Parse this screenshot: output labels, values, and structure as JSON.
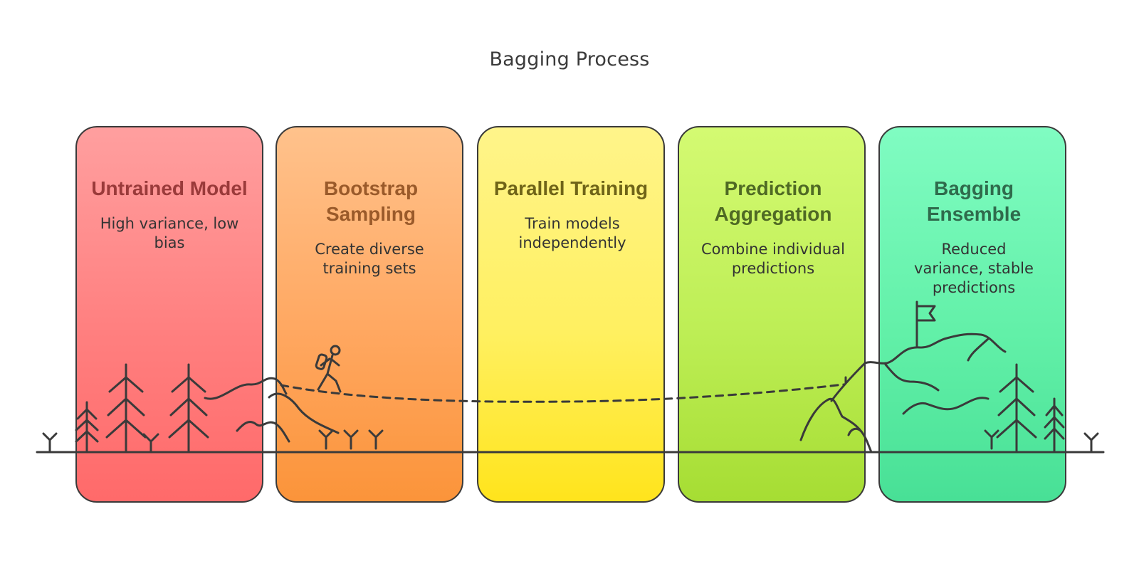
{
  "title": "Bagging Process",
  "stages": [
    {
      "heading": "Untrained Model",
      "description": "High variance, low bias",
      "color": "#ff7f7f"
    },
    {
      "heading": "Bootstrap Sampling",
      "description": "Create diverse training sets",
      "color": "#ffa760"
    },
    {
      "heading": "Parallel Training",
      "description": "Train models independently",
      "color": "#fff060"
    },
    {
      "heading": "Prediction Aggregation",
      "description": "Combine individual predictions",
      "color": "#bdee55"
    },
    {
      "heading": "Bagging Ensemble",
      "description": "Reduced variance, stable predictions",
      "color": "#62f0a8"
    }
  ],
  "icons": [
    "tree-icon",
    "hiker-icon",
    "mountain-icon",
    "flag-icon",
    "grass-icon"
  ]
}
